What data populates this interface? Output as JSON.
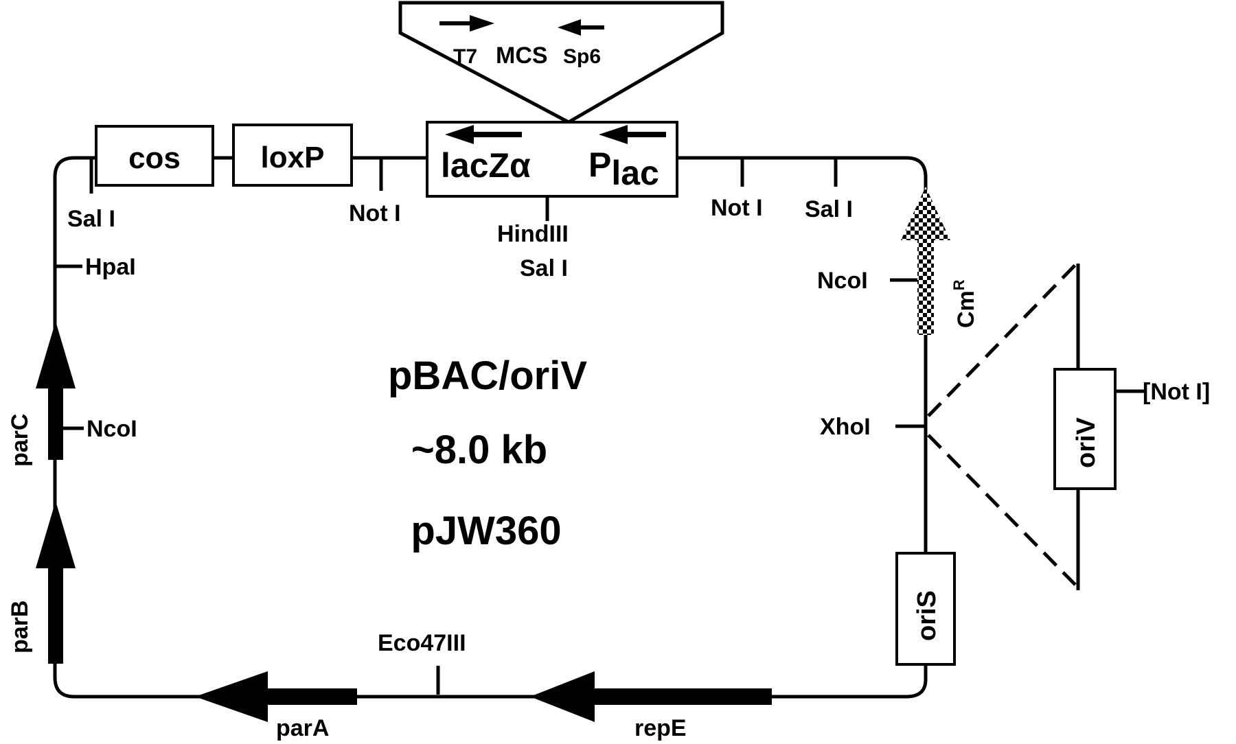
{
  "plasmid": {
    "name": "pBAC/oriV",
    "size": "~8.0 kb",
    "alt_name": "pJW360"
  },
  "features": {
    "cos": "cos",
    "loxP": "loxP",
    "lacZ": "lacZα",
    "plac_p": "P",
    "plac_sub": "lac",
    "mcs_t7": "T7",
    "mcs": "MCS",
    "mcs_sp6": "Sp6",
    "oriS": "oriS",
    "oriV": "oriV",
    "cmr": "Cm",
    "cmr_sup": "R",
    "parA": "parA",
    "parB": "parB",
    "parC": "parC",
    "repE": "repE"
  },
  "sites": {
    "sal1_left": "Sal I",
    "not1_a": "Not I",
    "hind3": "HindIII",
    "sal1_mid": "Sal I",
    "not1_b": "Not I",
    "sal1_right": "Sal I",
    "hpa1": "HpaI",
    "nco1_left": "NcoI",
    "nco1_right": "NcoI",
    "xho1": "XhoI",
    "eco47": "Eco47III",
    "not1_bracket": "[Not I]"
  },
  "colors": {
    "ink": "#000000",
    "background": "#ffffff"
  }
}
